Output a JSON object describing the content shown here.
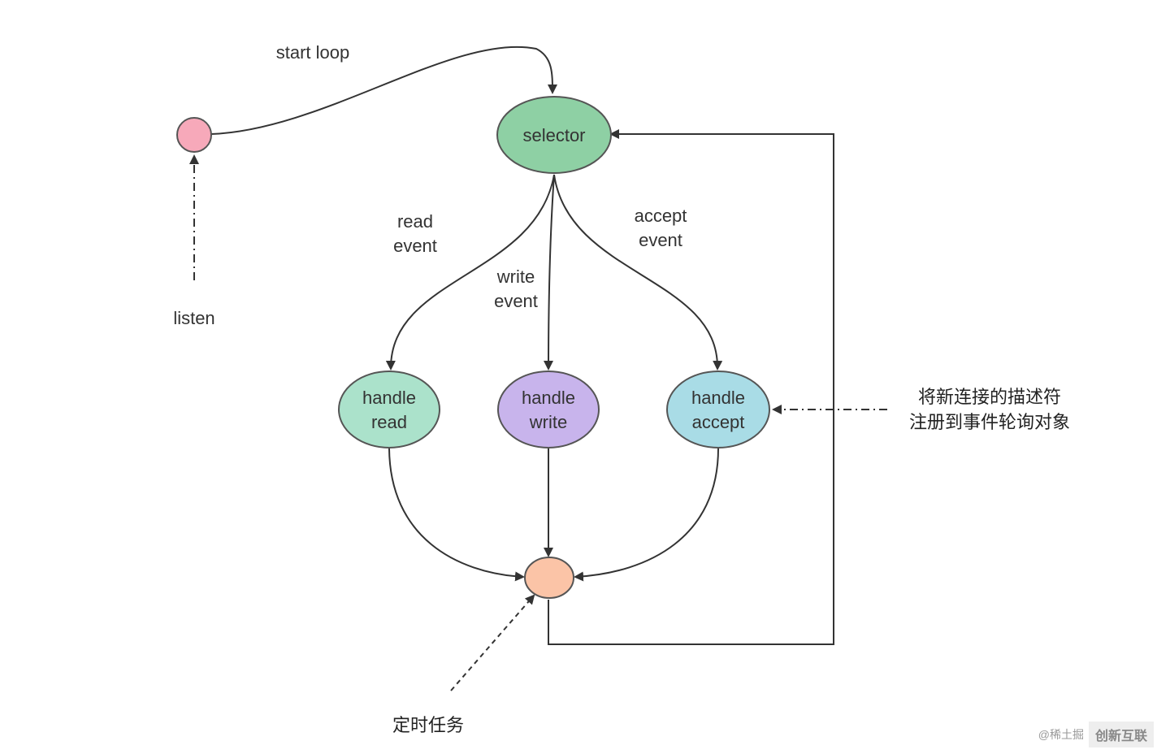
{
  "nodes": {
    "selector": "selector",
    "handle_read": [
      "handle",
      "read"
    ],
    "handle_write": [
      "handle",
      "write"
    ],
    "handle_accept": [
      "handle",
      "accept"
    ]
  },
  "labels": {
    "start_loop": "start loop",
    "listen": "listen",
    "read_event": [
      "read",
      "event"
    ],
    "write_event": [
      "write",
      "event"
    ],
    "accept_event": [
      "accept",
      "event"
    ],
    "register_note": [
      "将新连接的描述符",
      "注册到事件轮询对象"
    ],
    "timer_task": "定时任务"
  },
  "watermark": {
    "author": "@稀土掘",
    "logo": "创新互联"
  },
  "colors": {
    "start": "#f7a9ba",
    "selector": "#8ed0a4",
    "handle_read": "#abe2cb",
    "handle_write": "#c8b4ec",
    "handle_accept": "#a9dce6",
    "end": "#fbc4a7"
  }
}
